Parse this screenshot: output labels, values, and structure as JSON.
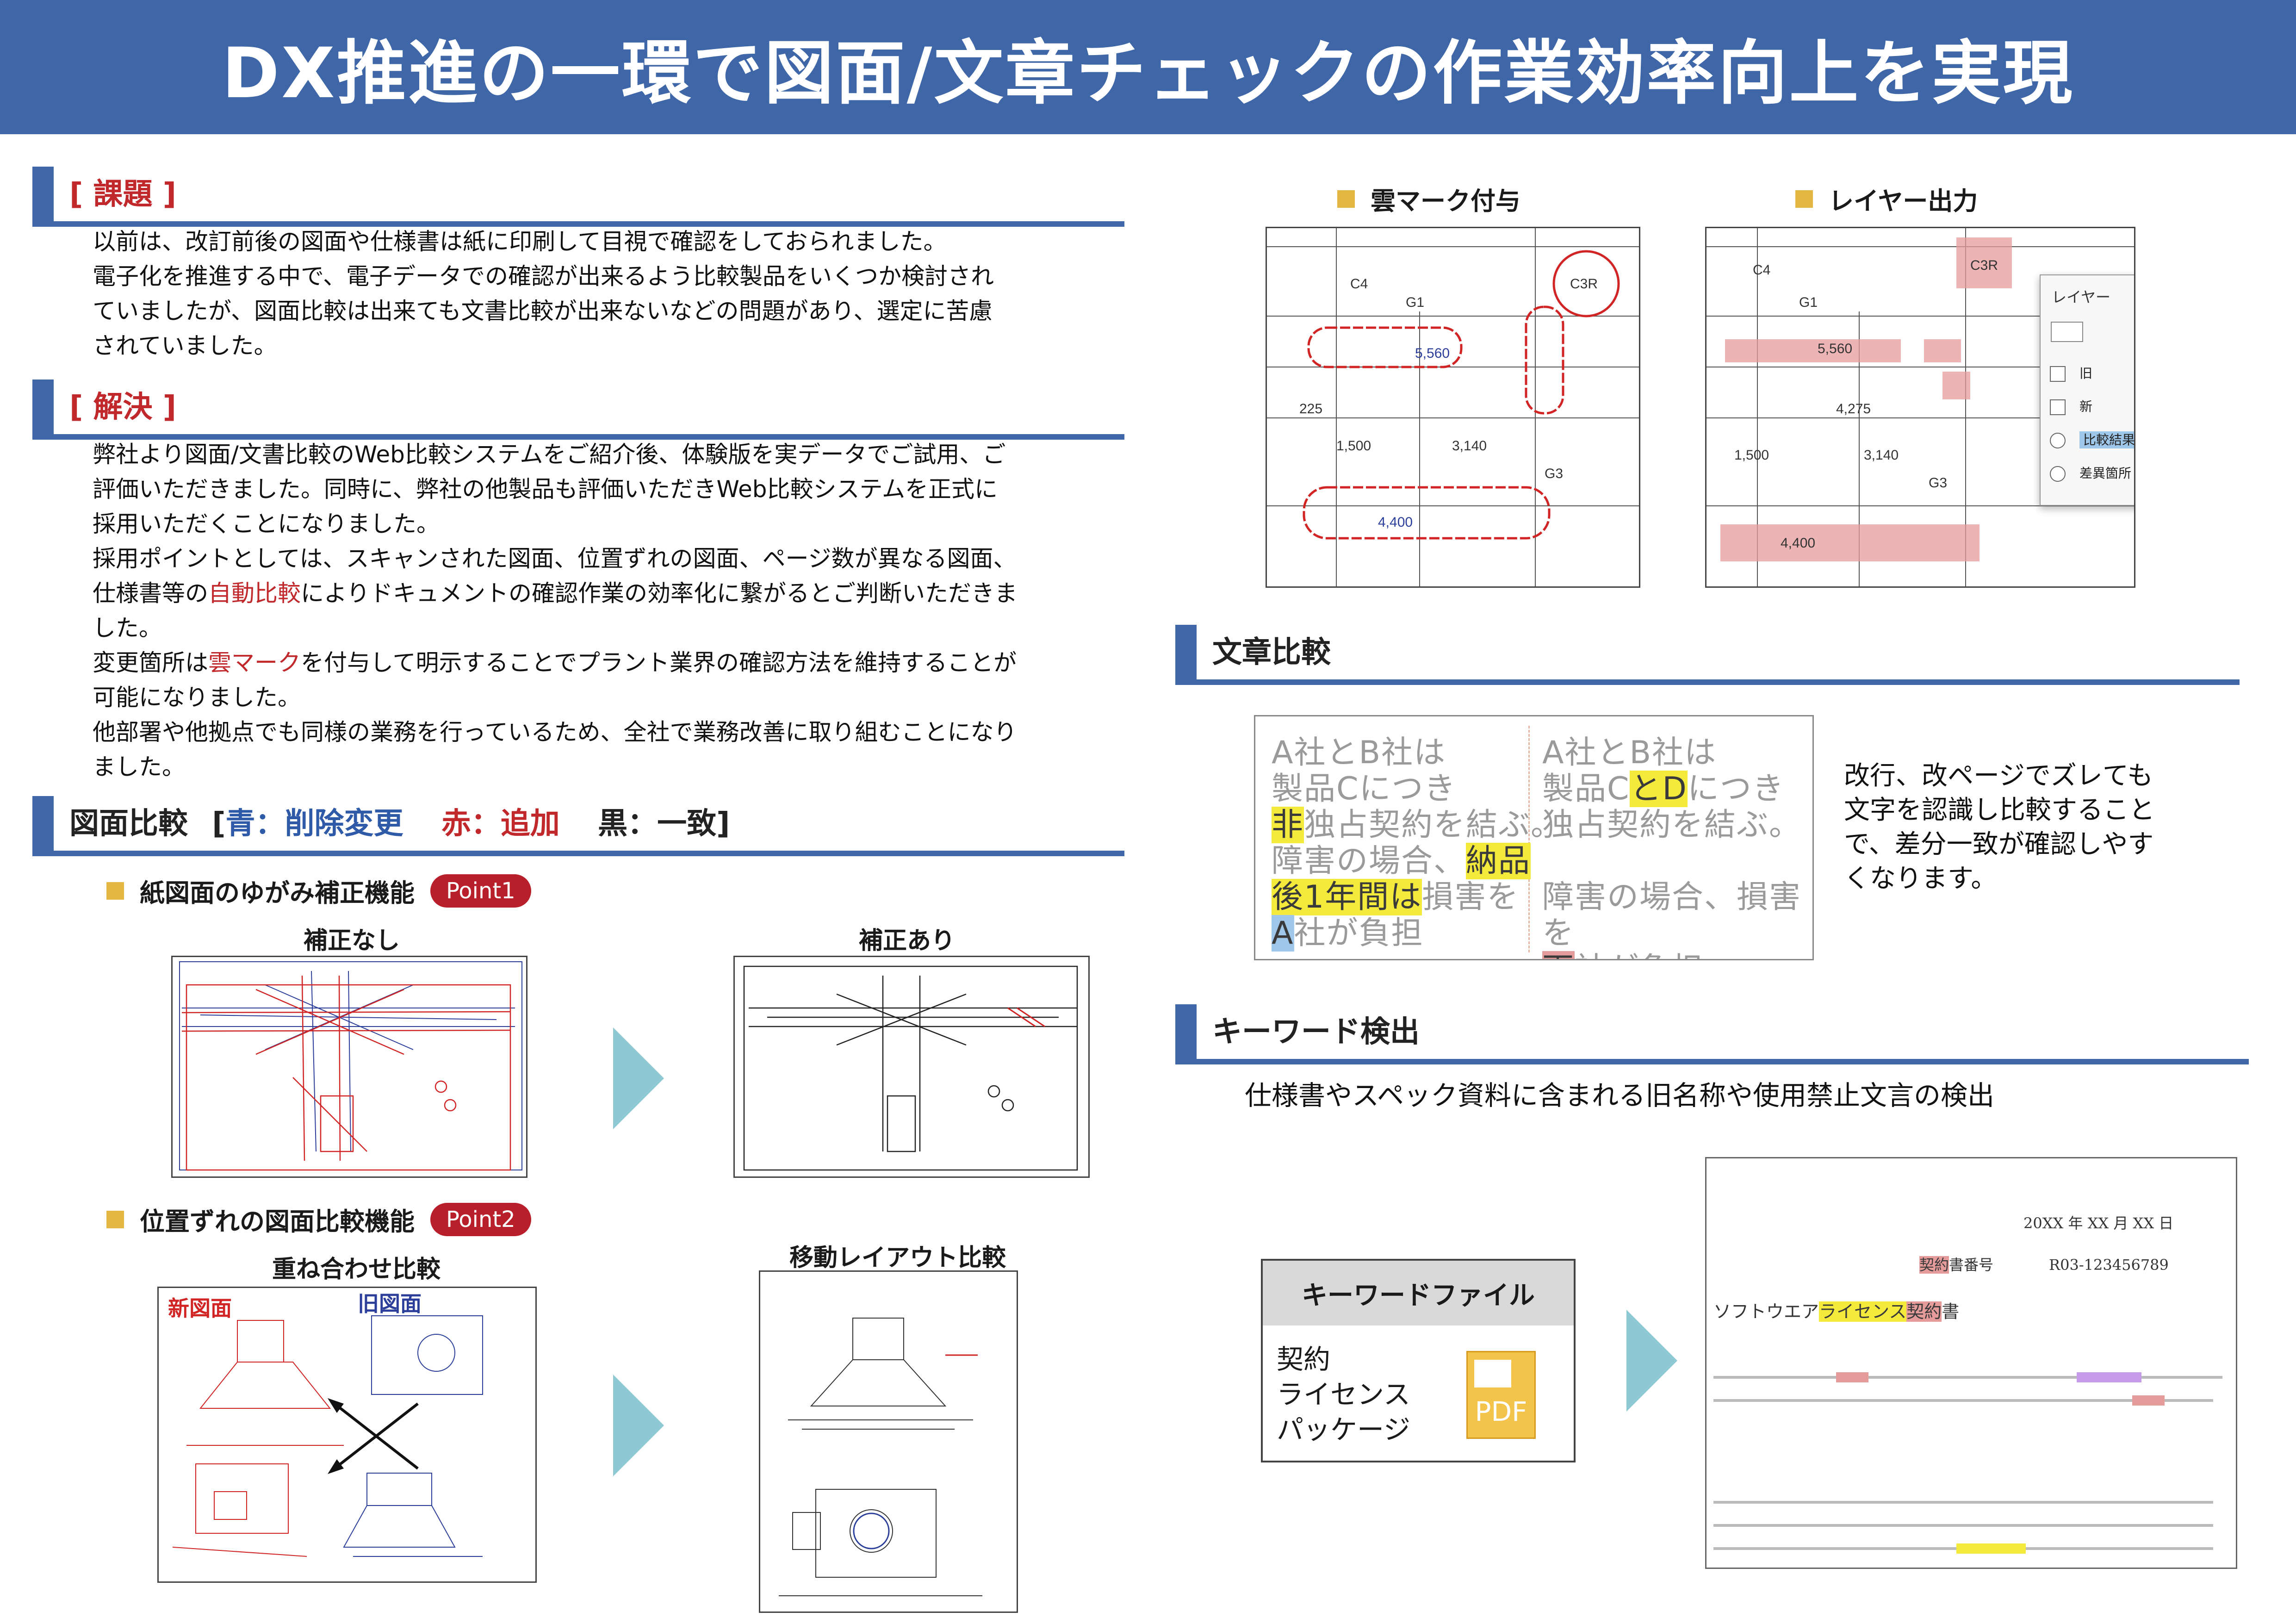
{
  "title": "DX推進の一環で図面/文章チェックの作業効率向上を実現",
  "issue": {
    "heading": "[ 課題 ]",
    "lines": [
      "以前は、改訂前後の図面や仕様書は紙に印刷して目視で確認をしておられました。",
      "電子化を推進する中で、電子データでの確認が出来るよう比較製品をいくつか検討され",
      "ていましたが、図面比較は出来ても文書比較が出来ないなどの問題があり、選定に苦慮",
      "されていました。"
    ]
  },
  "solution": {
    "heading": "[ 解決 ]",
    "l1": "弊社より図面/文書比較のWeb比較システムをご紹介後、体験版を実データでご試用、ご",
    "l2": "評価いただきました。同時に、弊社の他製品も評価いただきWeb比較システムを正式に",
    "l3": "採用いただくことになりました。",
    "l4": "採用ポイントとしては、スキャンされた図面、位置ずれの図面、ページ数が異なる図面、",
    "l5a": "仕様書等の",
    "l5b": "自動比較",
    "l5c": "によりドキュメントの確認作業の効率化に繋がるとご判断いただきま",
    "l6": "した。",
    "l7a": "変更箇所は",
    "l7b": "雲マーク",
    "l7c": "を付与して明示することでプラント業界の確認方法を維持することが",
    "l8": "可能になりました。",
    "l9": "他部署や他拠点でも同様の業務を行っているため、全社で業務改善に取り組むことになり",
    "l10": "ました。"
  },
  "drawing": {
    "heading": "図面比較",
    "bracket_open": "[",
    "blue_label": "青：削除変更",
    "red_label": "赤：追加",
    "black_label": "黒：一致",
    "bracket_close": "]",
    "point1": {
      "label": "紙図面のゆがみ補正機能",
      "badge": "Point1",
      "before": "補正なし",
      "after": "補正あり"
    },
    "point2": {
      "label": "位置ずれの図面比較機能",
      "badge": "Point2",
      "before": "重ね合わせ比較",
      "after": "移動レイアウト比較",
      "new_label": "新図面",
      "old_label": "旧図面"
    }
  },
  "cloud": {
    "label": "雲マーク付与",
    "layer_label": "レイヤー出力",
    "panel": {
      "title": "レイヤー",
      "close": "✕",
      "items": [
        "旧",
        "新",
        "比較結果",
        "差異箇所"
      ]
    },
    "tags": {
      "c3r": "C3R",
      "c4": "C4",
      "g1": "G1",
      "g3": "G3",
      "d5560": "5,560",
      "d4400": "4,400",
      "d1500": "1,500",
      "d3140": "3,140",
      "d225": "225",
      "d4275": "4,275"
    }
  },
  "text_compare": {
    "heading": "文章比較",
    "desc": [
      "改行、改ページでズレても",
      "文字を認識し比較すること",
      "で、差分一致が確認しやす",
      "くなります。"
    ]
  },
  "keyword": {
    "heading": "キーワード検出",
    "desc": "仕様書やスペック資料に含まれる旧名称や使用禁止文言の検出",
    "file_title": "キーワードファイル",
    "words": [
      "契約",
      "ライセンス",
      "パッケージ"
    ],
    "pdf": "PDF",
    "doc": {
      "date": "20XX 年 XX 月 XX 日",
      "no_a": "契約",
      "no_b": "書番号",
      "no_c": "R03-123456789",
      "t_a": "ソフトウエア",
      "t_b": "ライセンス",
      "t_c": "契約",
      "t_d": "書"
    }
  },
  "colors": {
    "accent": "#3f67a8",
    "red": "#c0282c",
    "arrow": "#8ec8d2",
    "marker": "#e4b642"
  }
}
